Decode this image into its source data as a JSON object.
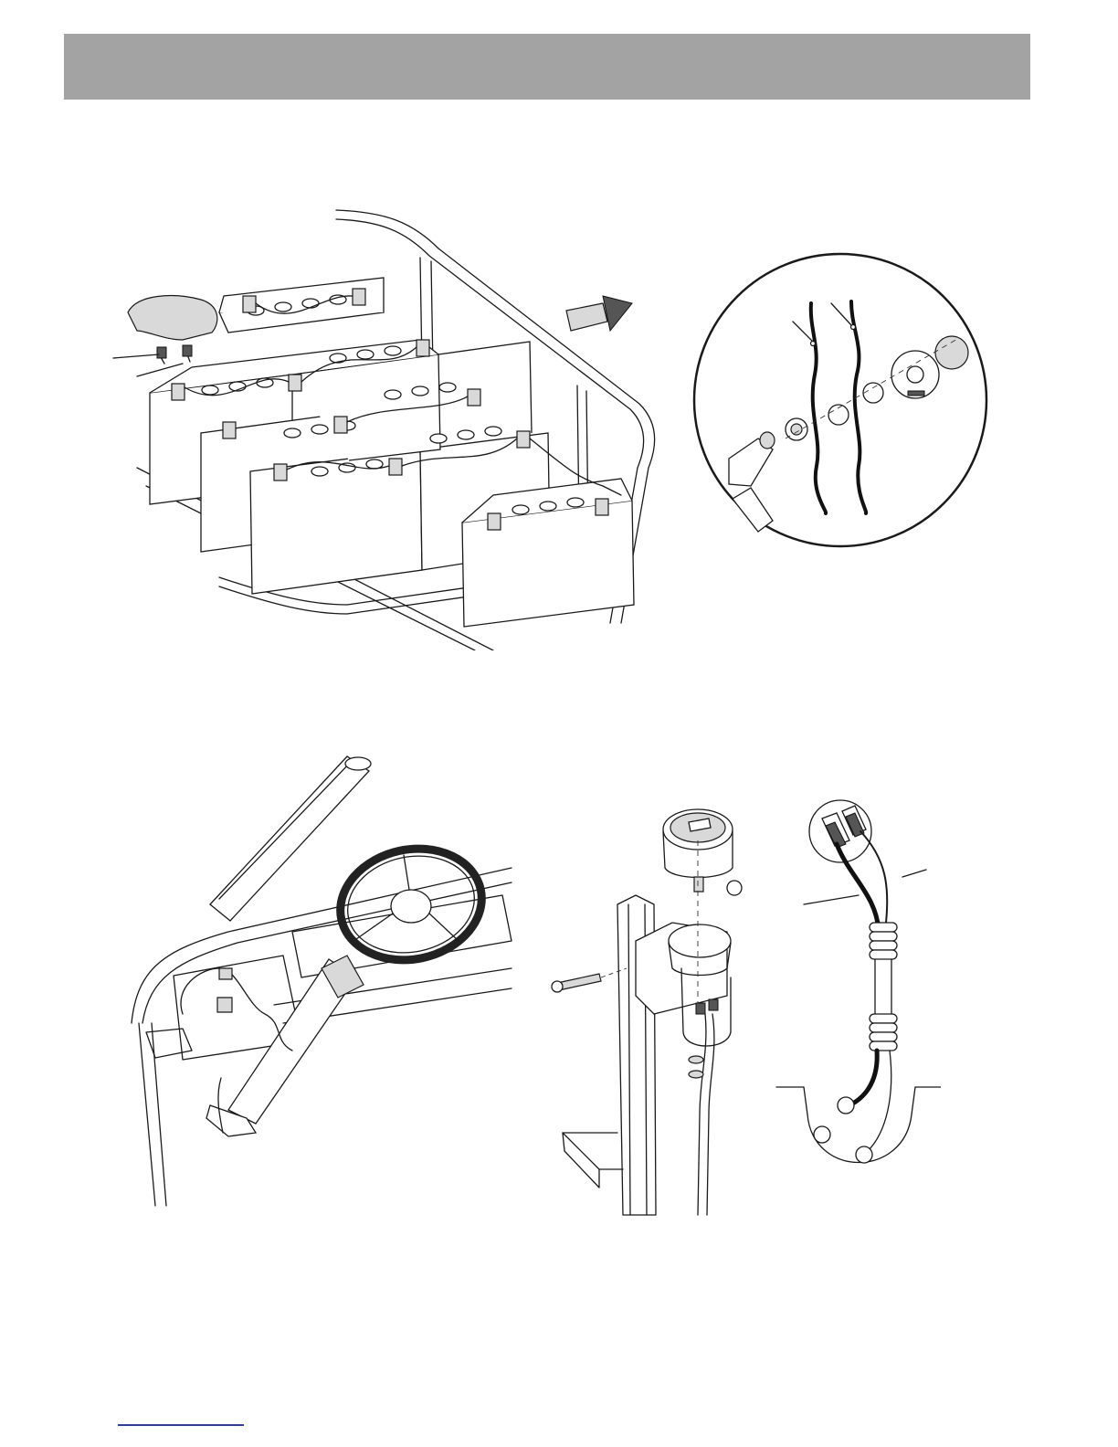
{
  "header": {
    "background_color": "#a3a3a3"
  },
  "figures": {
    "battery_pack": {
      "icon": "battery-pack-illustration"
    },
    "wire_detail": {
      "icon": "wire-connection-detail-illustration"
    },
    "dash_panel": {
      "icon": "dash-panel-illustration"
    },
    "gauge_bracket": {
      "icon": "gauge-bracket-illustration"
    },
    "gauge_wiring": {
      "icon": "gauge-wiring-illustration"
    }
  },
  "footer": {
    "rule_color": "#2f3f9a"
  }
}
